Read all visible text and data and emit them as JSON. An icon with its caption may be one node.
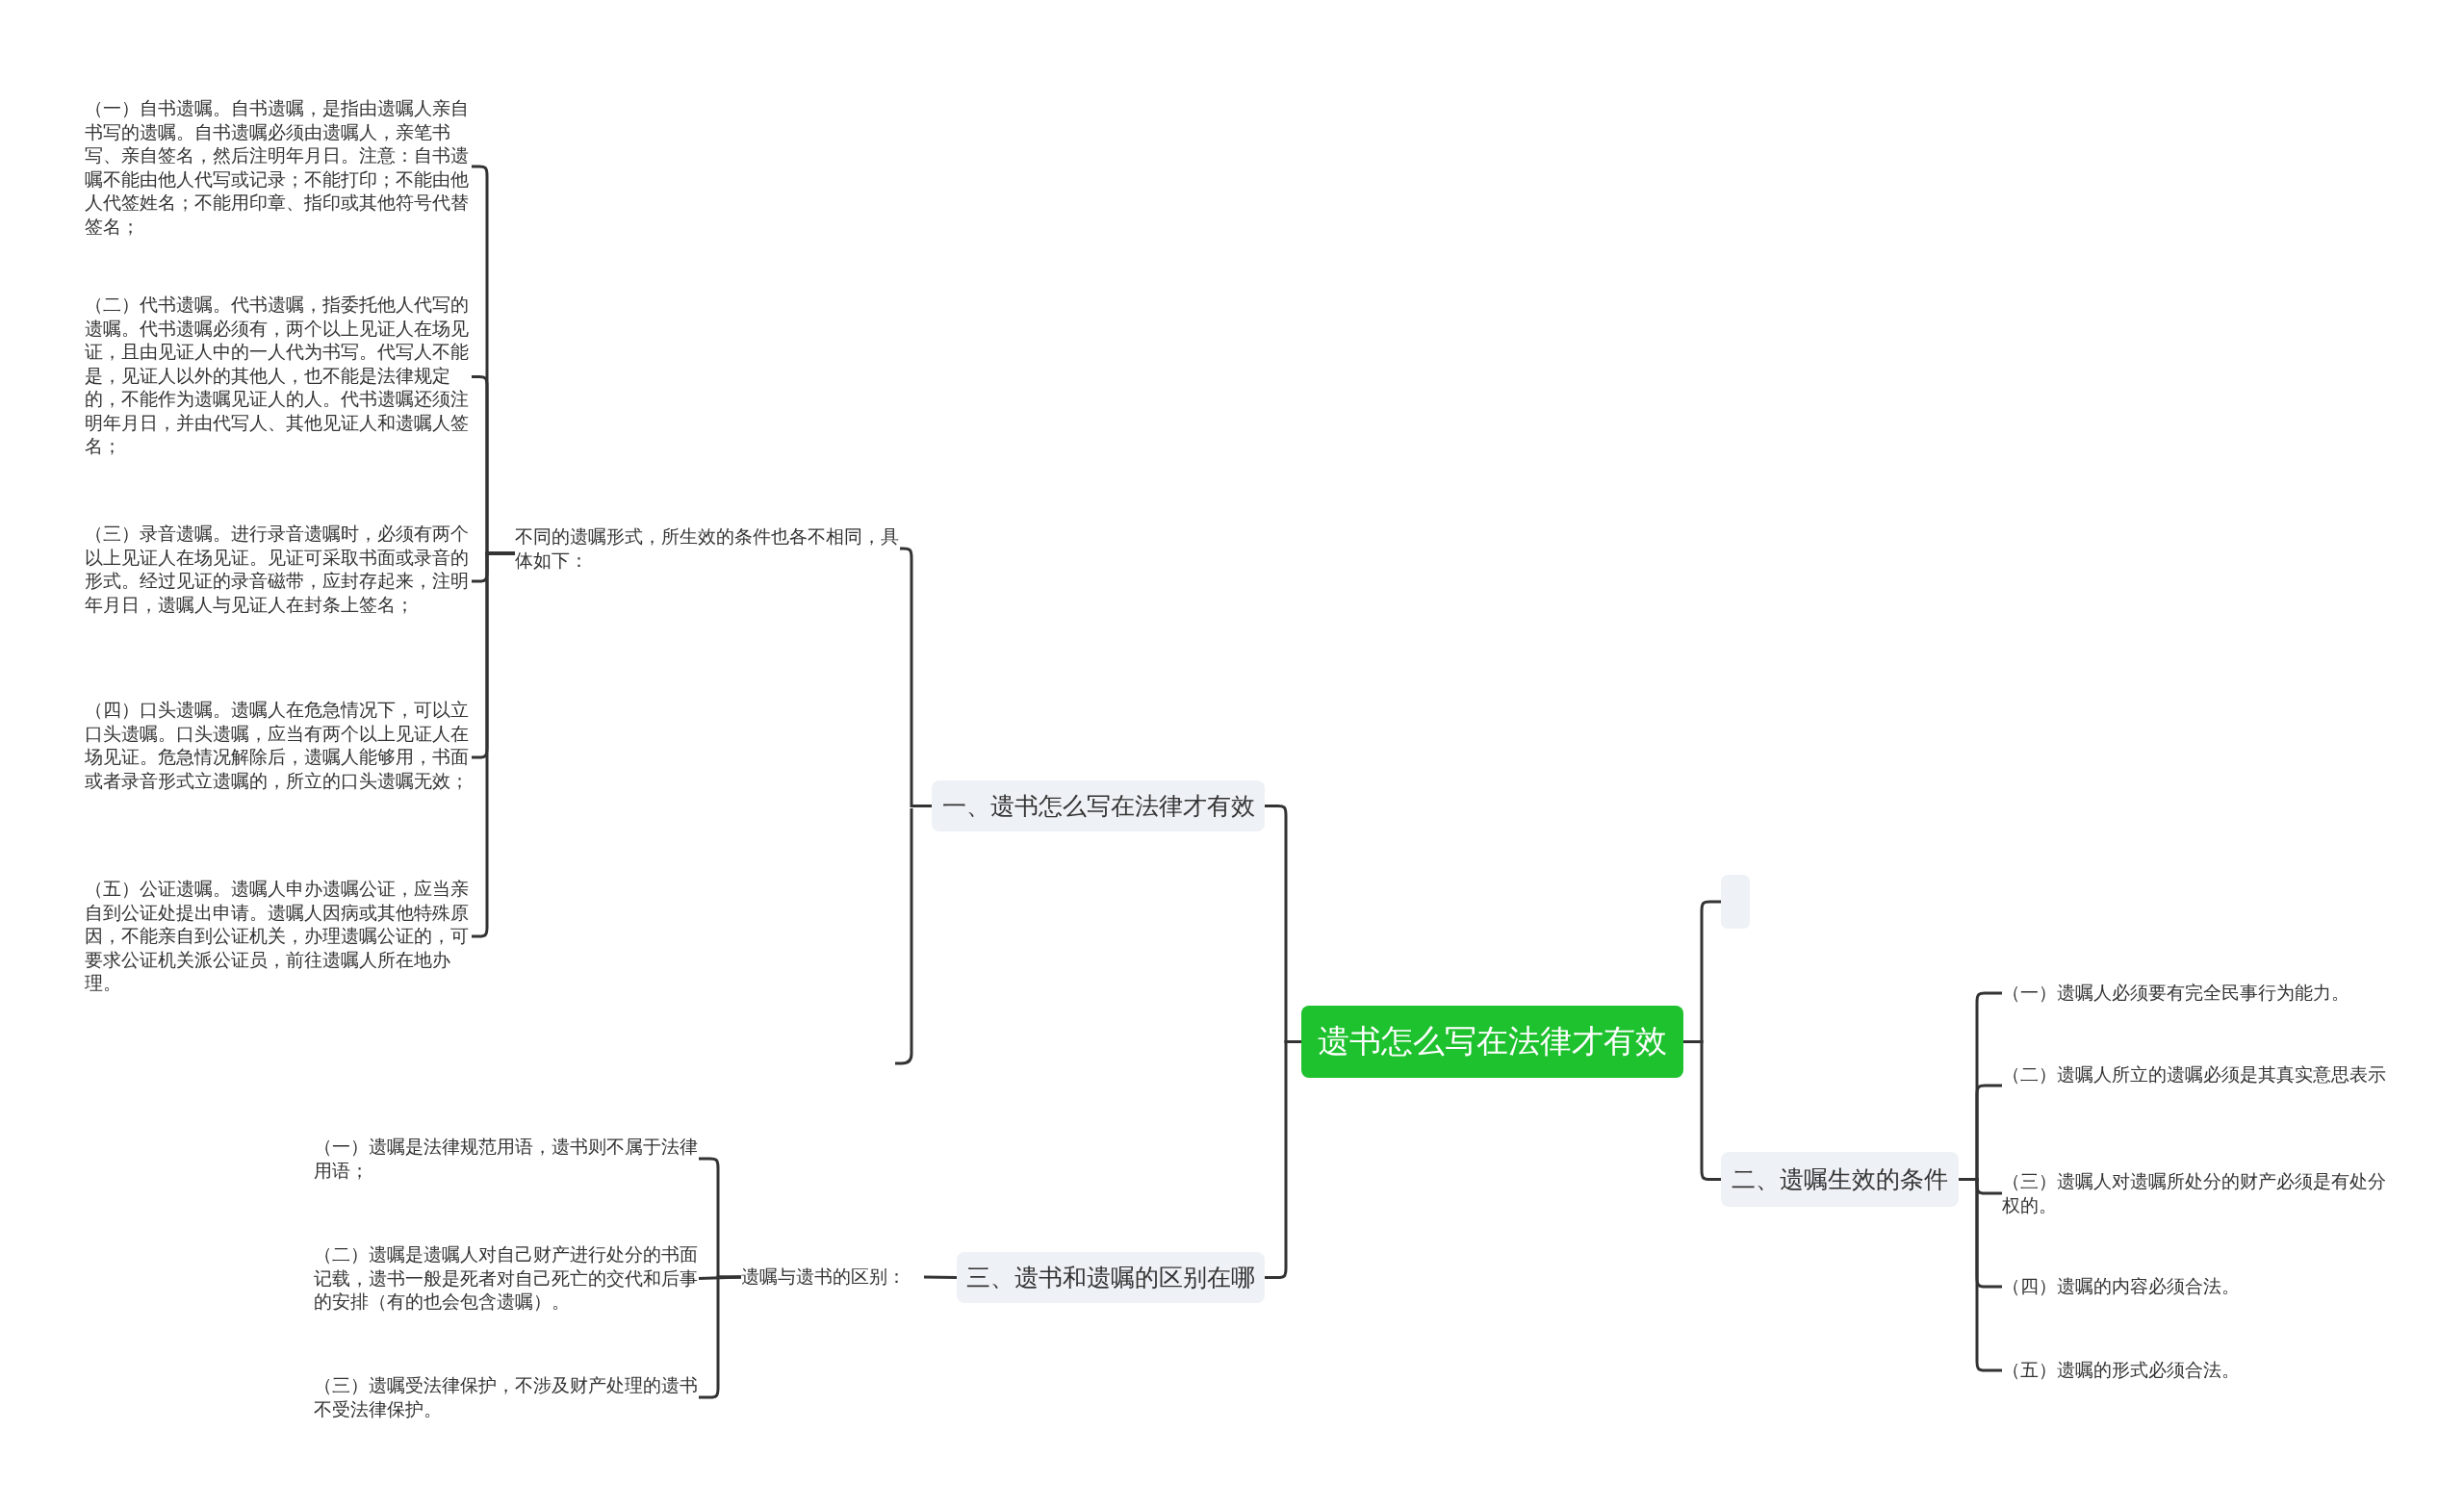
{
  "diagram": {
    "nodes": [
      {
        "text": [
          "遗书怎么写在法律才有效"
        ]
      },
      {
        "text": [
          "一、遗书怎么写在法律才有效"
        ]
      },
      {
        "text": [
          "不同的遗嘱形式，所生效的条件也各不相同，具体如下："
        ]
      },
      {
        "text": [
          "（一）自书遗嘱。自书遗嘱，是指由遗嘱人亲自书写的遗嘱。自书遗嘱必须由遗嘱人，亲笔书写、亲自签名，然后注明年月日。注意：自书遗嘱不能由他人代写或记录；不能打印；不能由他人代签姓名；不能用印章、指印或其他符号代替签名；"
        ]
      },
      {
        "text": [
          "（二）代书遗嘱。代书遗嘱，指委托他人代写的遗嘱。代书遗嘱必须有，两个以上见证人在场见证，且由见证人中的一人代为书写。代写人不能是，见证人以外的其他人，也不能是法律规定的，不能作为遗嘱见证人的人。代书遗嘱还须注明年月日，并由代写人、其他见证人和遗嘱人签名；"
        ]
      },
      {
        "text": [
          "（三）录音遗嘱。进行录音遗嘱时，必须有两个以上见证人在场见证。见证可采取书面或录音的形式。经过见证的录音磁带，应封存起来，注明年月日，遗嘱人与见证人在封条上签名；"
        ]
      },
      {
        "text": [
          "（四）口头遗嘱。遗嘱人在危急情况下，可以立口头遗嘱。口头遗嘱，应当有两个以上见证人在场见证。危急情况解除后，遗嘱人能够用，书面或者录音形式立遗嘱的，所立的口头遗嘱无效；"
        ]
      },
      {
        "text": [
          "（五）公证遗嘱。遗嘱人申办遗嘱公证，应当亲自到公证处提出申请。遗嘱人因病或其他特殊原因，不能亲自到公证机关，办理遗嘱公证的，可要求公证机关派公证员，前往遗嘱人所在地办理。"
        ]
      },
      {
        "text": [],
        "shape": "box"
      },
      {
        "text": [
          "二、遗嘱生效的条件"
        ]
      },
      {
        "text": [
          "（一）遗嘱人必须要有完全民事行为能力。"
        ]
      },
      {
        "text": [
          "（二）遗嘱人所立的遗嘱必须是其真实意思表示"
        ]
      },
      {
        "text": [
          "（三）遗嘱人对遗嘱所处分的财产必须是有处分权的。"
        ]
      },
      {
        "text": [
          "（四）遗嘱的内容必须合法。"
        ]
      },
      {
        "text": [
          "（五）遗嘱的形式必须合法。"
        ]
      },
      {
        "text": [
          "三、遗书和遗嘱的区别在哪"
        ]
      },
      {
        "text": [
          "遗嘱与遗书的区别："
        ]
      },
      {
        "text": [
          "（一）遗嘱是法律规范用语，遗书则不属于法律用语；"
        ]
      },
      {
        "text": [
          "（二）遗嘱是遗嘱人对自己财产进行处分的书面记载，遗书一般是死者对自己死亡的交代和后事的安排（有的也会包含遗嘱）。"
        ]
      },
      {
        "text": [
          "（三）遗嘱受法律保护，不涉及财产处理的遗书不受法律保护。"
        ]
      }
    ],
    "edges": [
      {
        "from": 0,
        "to": 1,
        "arrow": "none"
      },
      {
        "from": 1,
        "to": 2,
        "arrow": "none"
      },
      {
        "from": 2,
        "to": 3,
        "arrow": "none"
      },
      {
        "from": 2,
        "to": 4,
        "arrow": "none"
      },
      {
        "from": 2,
        "to": 5,
        "arrow": "none"
      },
      {
        "from": 2,
        "to": 6,
        "arrow": "none"
      },
      {
        "from": 2,
        "to": 7,
        "arrow": "none"
      },
      {
        "from": 0,
        "to": 8,
        "arrow": "none"
      },
      {
        "from": 0,
        "to": 9,
        "arrow": "none"
      },
      {
        "from": 9,
        "to": 10,
        "arrow": "none"
      },
      {
        "from": 9,
        "to": 11,
        "arrow": "none"
      },
      {
        "from": 9,
        "to": 12,
        "arrow": "none"
      },
      {
        "from": 9,
        "to": 13,
        "arrow": "none"
      },
      {
        "from": 9,
        "to": 14,
        "arrow": "none"
      },
      {
        "from": 0,
        "to": 15,
        "arrow": "none"
      },
      {
        "from": 15,
        "to": 16,
        "arrow": "none"
      },
      {
        "from": 16,
        "to": 17,
        "arrow": "none"
      },
      {
        "from": 16,
        "to": 18,
        "arrow": "none"
      },
      {
        "from": 16,
        "to": 19,
        "arrow": "none"
      }
    ]
  }
}
